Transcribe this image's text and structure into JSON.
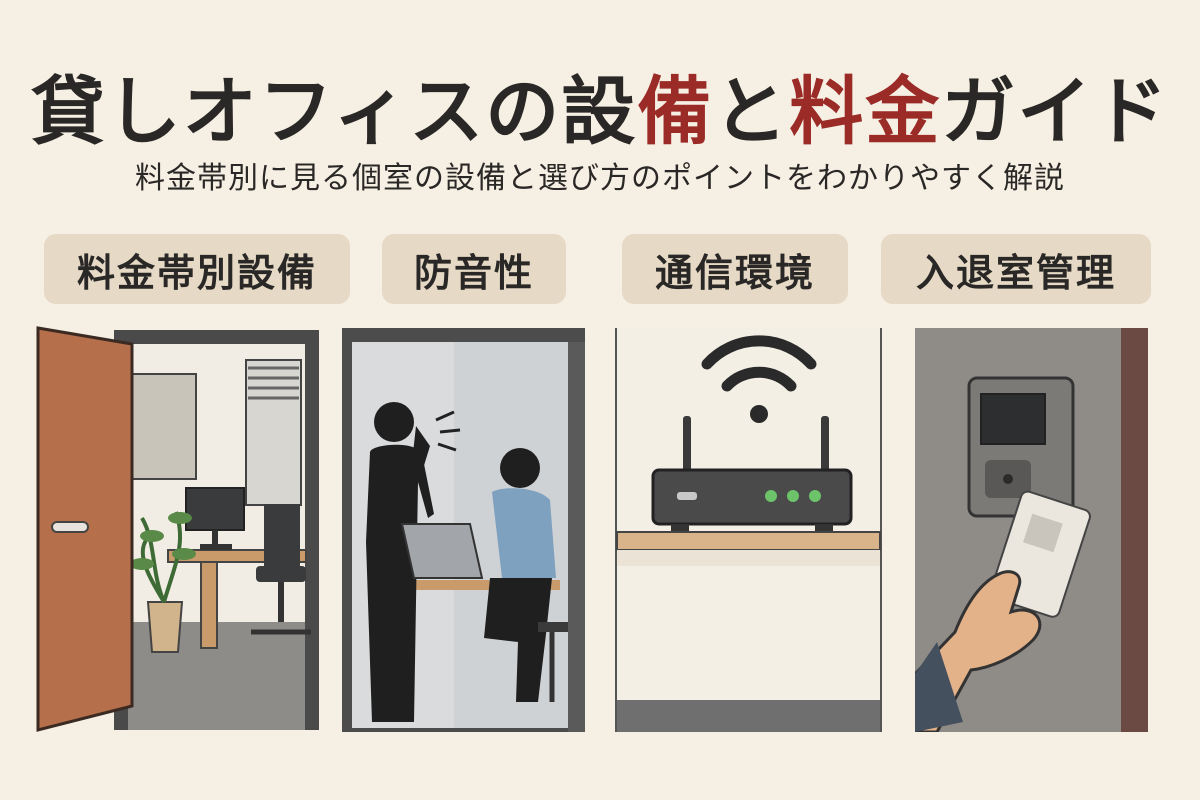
{
  "header": {
    "title_part1": "貸しオフィスの設",
    "title_accent1": "備",
    "title_part2": "と",
    "title_accent2": "料金",
    "title_part3": "ガイド",
    "subtitle": "料金帯別に見る個室の設備と選び方のポイントをわかりやすく解説"
  },
  "tags": [
    {
      "label": "料金帯別設備"
    },
    {
      "label": "防音性"
    },
    {
      "label": "通信環境"
    },
    {
      "label": "入退室管理"
    }
  ],
  "colors": {
    "background": "#f6efe3",
    "accent": "#9a2b27",
    "tag_bg": "#e6d9c6",
    "text": "#2a2826"
  },
  "illustrations": [
    {
      "icon": "private-office-door-icon"
    },
    {
      "icon": "soundproof-booth-icon"
    },
    {
      "icon": "wifi-router-icon"
    },
    {
      "icon": "card-access-reader-icon"
    }
  ]
}
